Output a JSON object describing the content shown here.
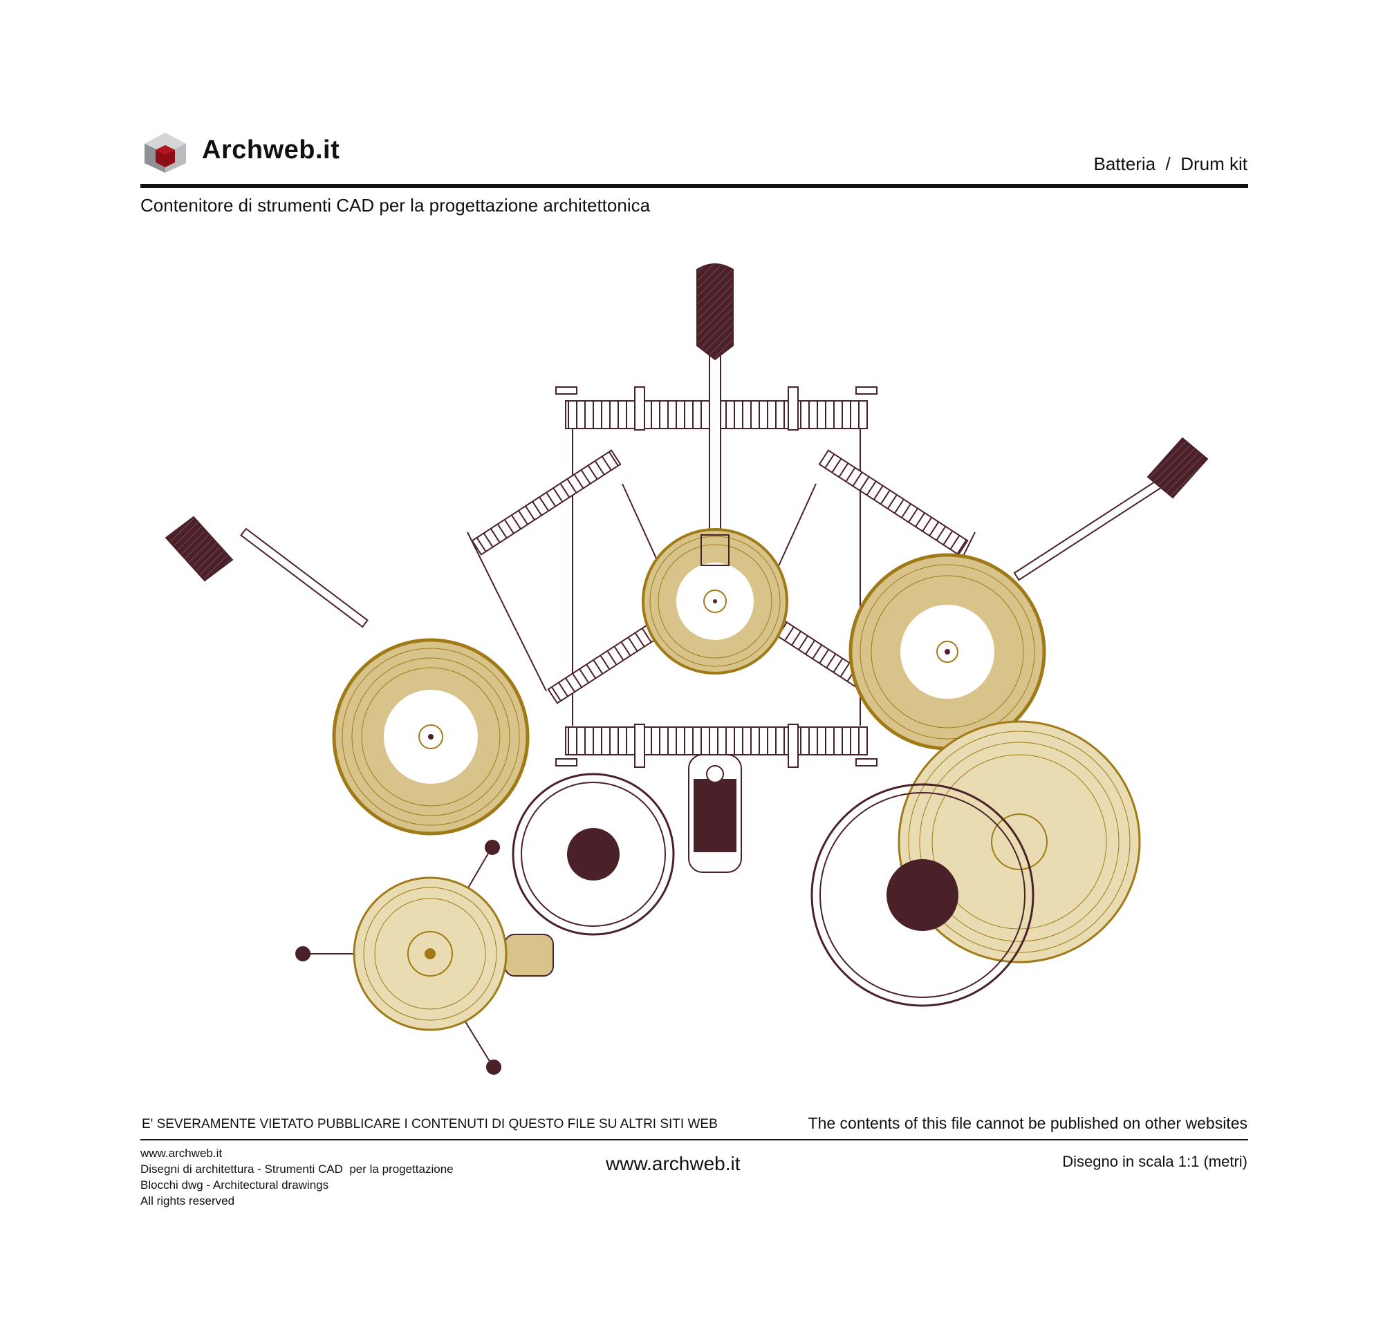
{
  "header": {
    "brand": "Archweb.it",
    "title": "Batteria  /  Drum kit",
    "subtitle": "Contenitore di strumenti CAD per la progettazione architettonica"
  },
  "notice": {
    "italian": "E' SEVERAMENTE VIETATO PUBBLICARE I CONTENUTI DI QUESTO FILE SU ALTRI SITI WEB",
    "english": "The contents of this file cannot be published on other websites"
  },
  "footer": {
    "left_lines": [
      "www.archweb.it",
      "Disegni di architettura - Strumenti CAD  per la progettazione",
      "Blocchi dwg - Architectural drawings",
      "All rights reserved"
    ],
    "center": "www.archweb.it",
    "right": "Disegno in scala 1:1 (metri)"
  },
  "colors": {
    "dark": "#4a2129",
    "gold": "#a07a16",
    "gold_fill": "#d8c48a",
    "logo_red": "#8c0d14",
    "logo_grey": "#8e9094"
  }
}
